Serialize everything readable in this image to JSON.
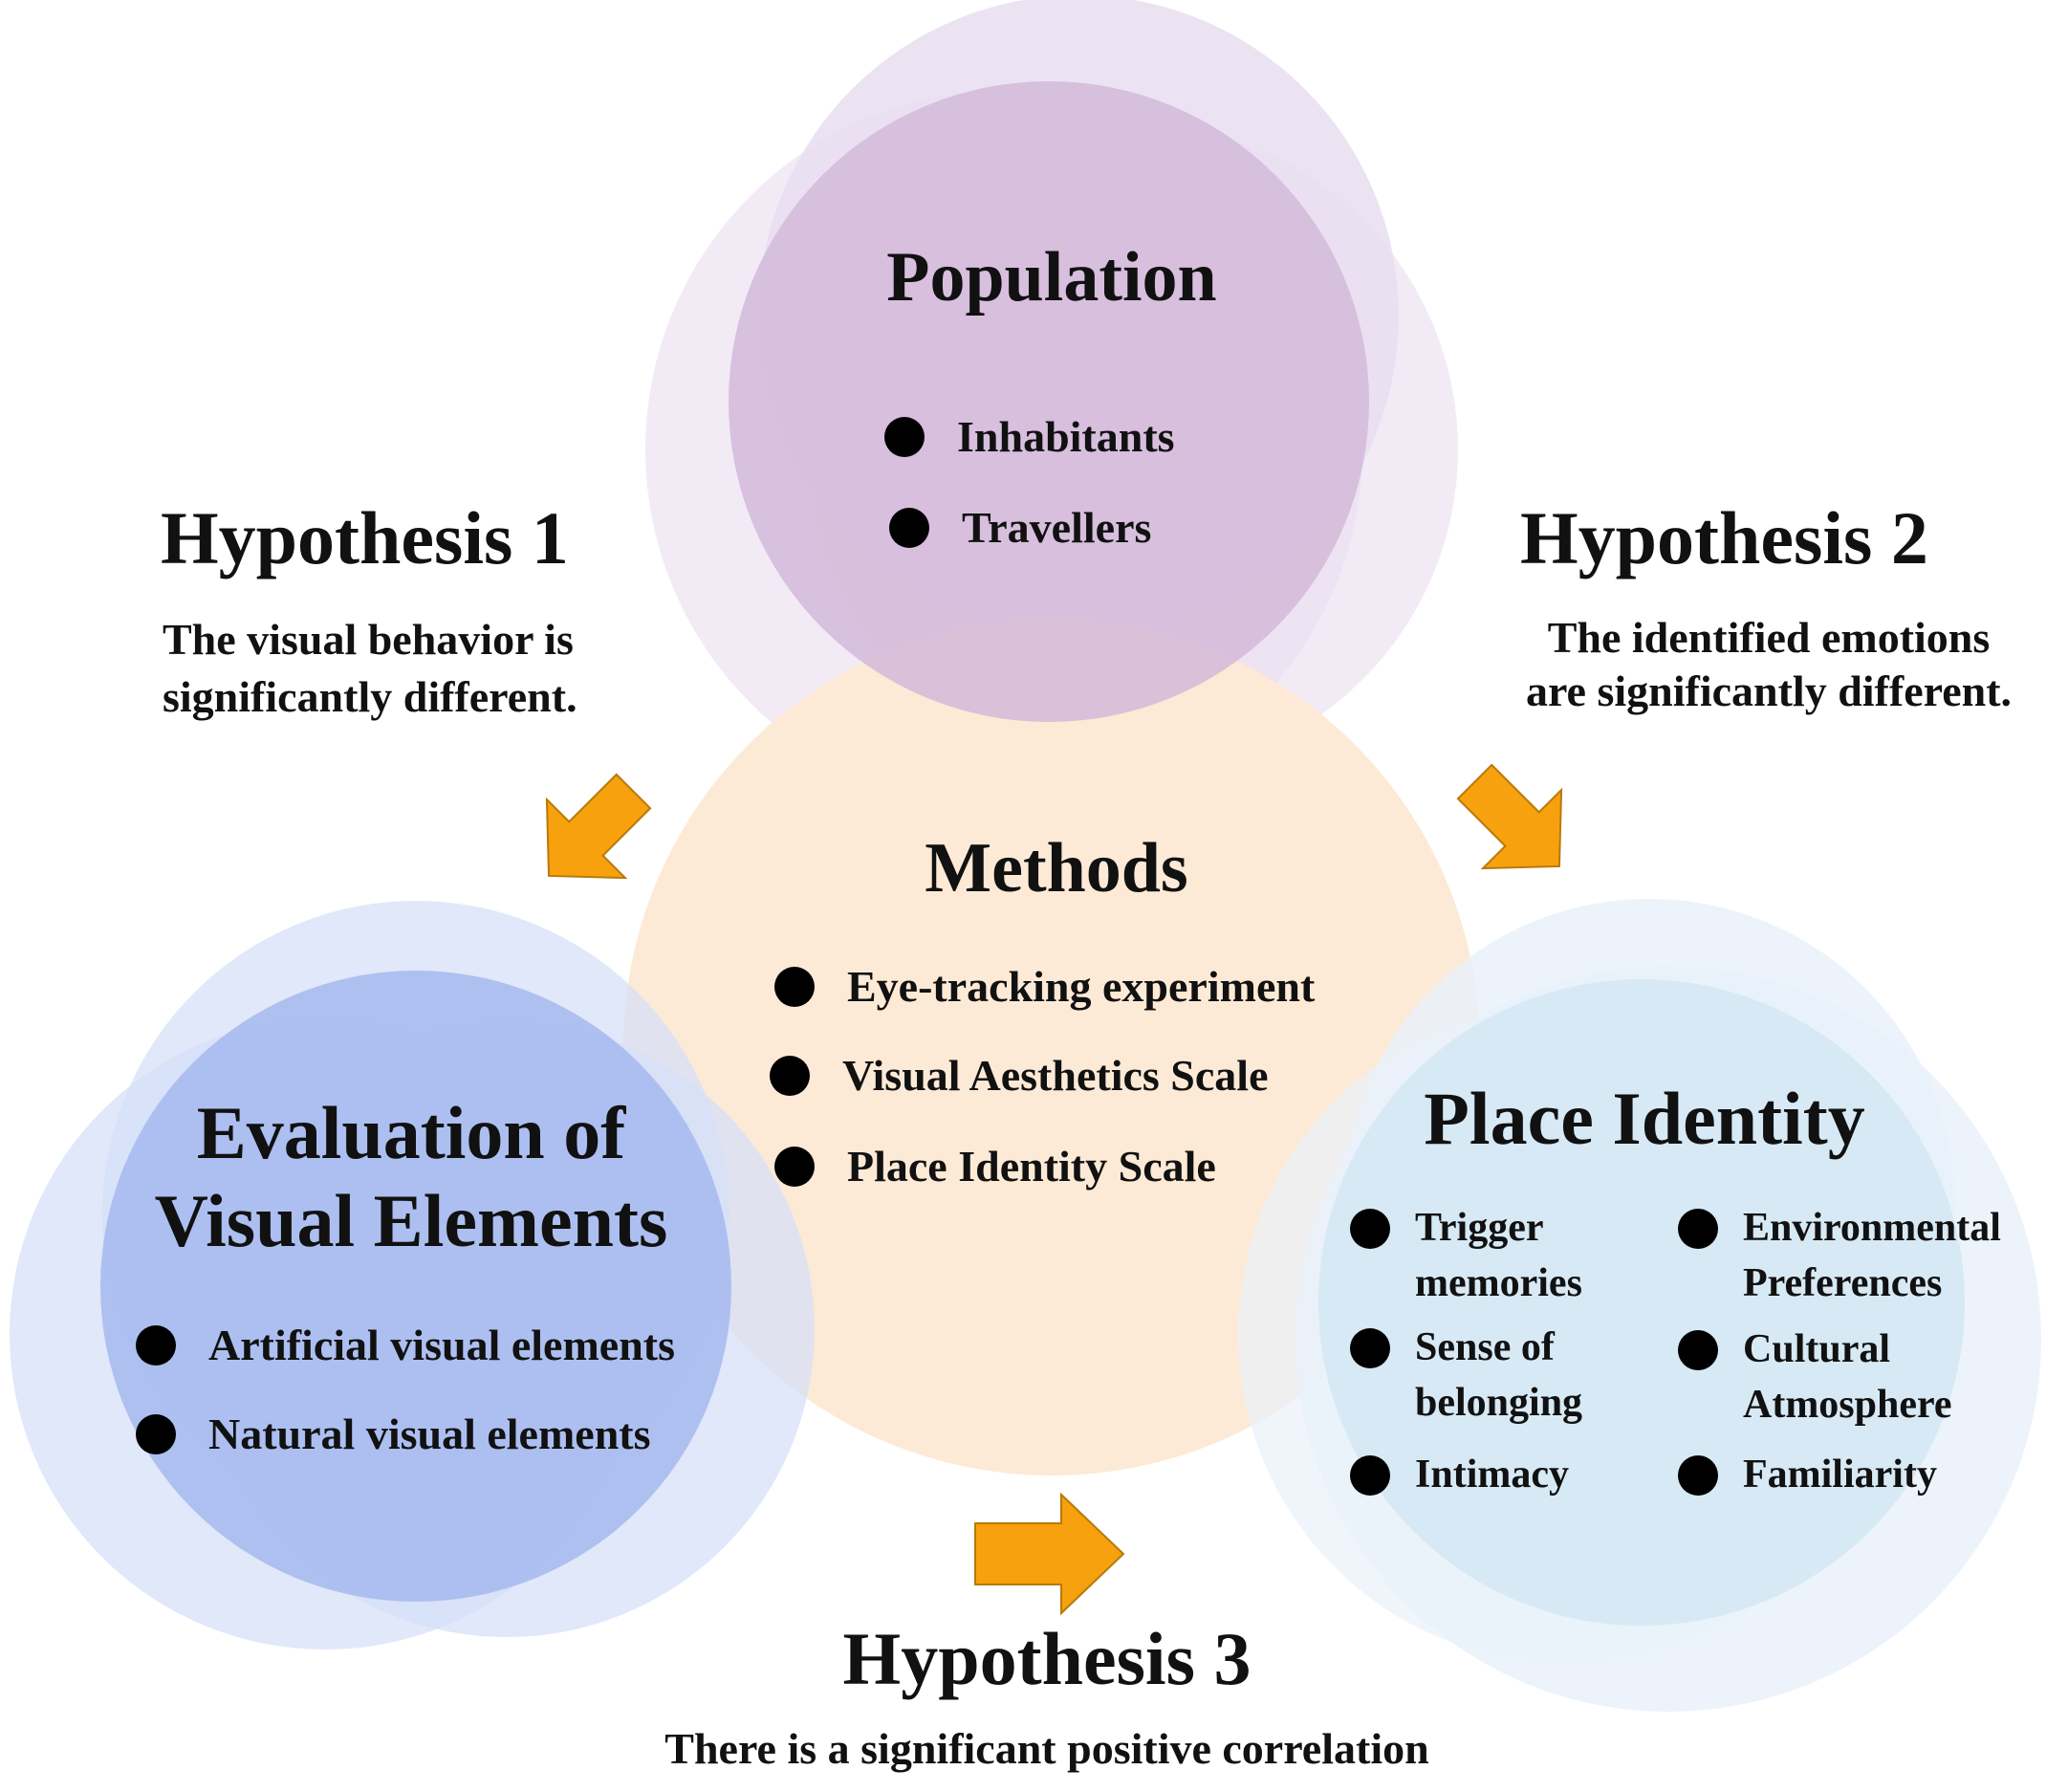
{
  "colors": {
    "population": "#d4bad9",
    "population_light": "#e9def0",
    "methods": "#fde9d4",
    "evaluation": "#a4b8ee",
    "evaluation_light": "#d6e0f7",
    "place_identity": "#d5e8f3",
    "place_identity_light": "#e9f1fa",
    "arrow": "#f7a10e"
  },
  "population": {
    "title": "Population",
    "items": [
      "Inhabitants",
      "Travellers"
    ]
  },
  "methods": {
    "title": "Methods",
    "items": [
      "Eye-tracking experiment",
      "Visual Aesthetics Scale",
      "Place Identity Scale"
    ]
  },
  "evaluation": {
    "title_line1": "Evaluation of",
    "title_line2": "Visual Elements",
    "items": [
      "Artificial visual elements",
      "Natural visual elements"
    ]
  },
  "place_identity": {
    "title": "Place Identity",
    "items": [
      {
        "line1": "Trigger",
        "line2": "memories"
      },
      {
        "line1": "Environmental",
        "line2": "Preferences"
      },
      {
        "line1": "Sense of",
        "line2": "belonging"
      },
      {
        "line1": "Cultural",
        "line2": "Atmosphere"
      },
      {
        "line1": "Intimacy",
        "line2": ""
      },
      {
        "line1": "Familiarity",
        "line2": ""
      }
    ]
  },
  "hypothesis1": {
    "title": "Hypothesis 1",
    "line1": "The visual behavior is",
    "line2": "significantly different."
  },
  "hypothesis2": {
    "title": "Hypothesis 2",
    "line1": "The identified emotions",
    "line2": "are significantly different."
  },
  "hypothesis3": {
    "title": "Hypothesis 3",
    "line1": "There is a significant positive correlation"
  }
}
